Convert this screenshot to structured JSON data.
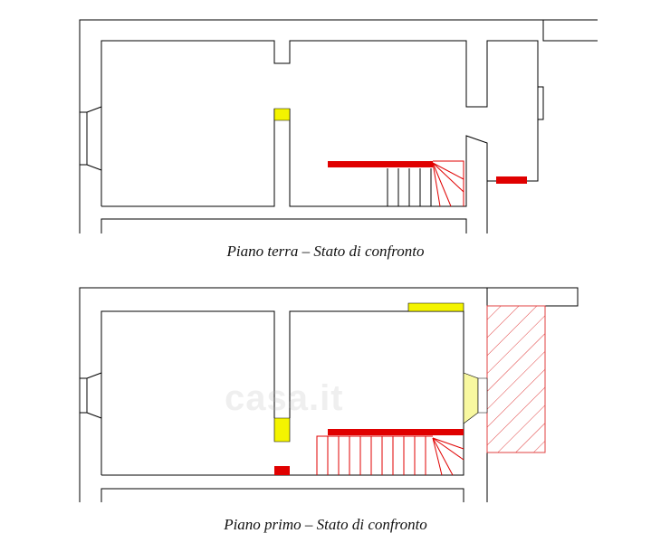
{
  "captions": {
    "ground_floor": "Piano terra – Stato di confronto",
    "first_floor": "Piano primo – Stato di confronto"
  },
  "watermark": "casa.it",
  "colors": {
    "wall": "#000000",
    "demolition": "#e00000",
    "construction": "#f4f400",
    "hatch": "#e04040"
  }
}
